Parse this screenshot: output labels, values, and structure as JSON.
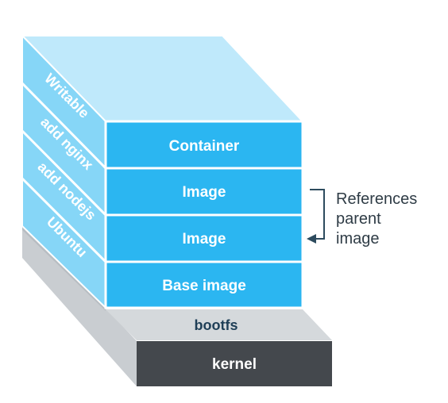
{
  "layers": {
    "container": "Container",
    "image_top": "Image",
    "image_bottom": "Image",
    "base_image": "Base image",
    "bootfs": "bootfs",
    "kernel": "kernel"
  },
  "side_labels": {
    "writable": "Writable",
    "add_nginx": "add nginx",
    "add_nodejs": "add nodejs",
    "ubuntu": "Ubuntu"
  },
  "annotation": {
    "line1": "References",
    "line2": "parent",
    "line3": "image"
  },
  "colors": {
    "front_blue": "#2bb6f1",
    "side_blue": "#86d6f7",
    "top_blue": "#bfe9fb",
    "bootfs_gray": "#d5d9dc",
    "kernel_dark": "#44484d",
    "outline": "#ffffff",
    "annotation_line": "#2d4b5e"
  }
}
